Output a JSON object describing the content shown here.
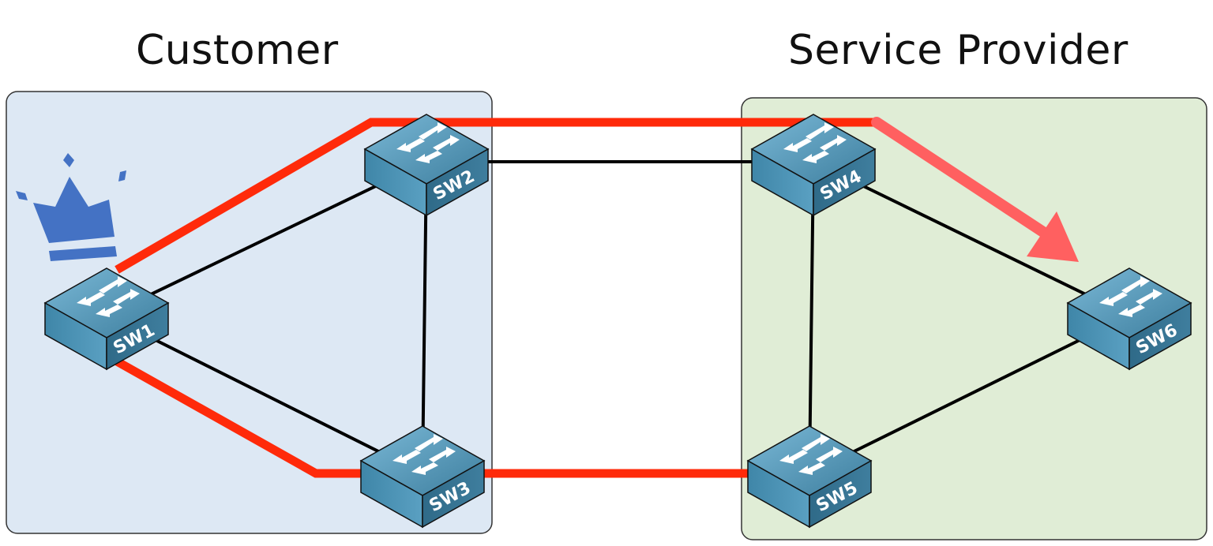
{
  "regions": {
    "customer": {
      "title": "Customer",
      "fill": "#dde8f4"
    },
    "provider": {
      "title": "Service Provider",
      "fill": "#e0edd6"
    }
  },
  "switches": [
    {
      "id": "SW1",
      "label": "SW1",
      "region": "customer",
      "root": true
    },
    {
      "id": "SW2",
      "label": "SW2",
      "region": "customer"
    },
    {
      "id": "SW3",
      "label": "SW3",
      "region": "customer"
    },
    {
      "id": "SW4",
      "label": "SW4",
      "region": "provider"
    },
    {
      "id": "SW5",
      "label": "SW5",
      "region": "provider"
    },
    {
      "id": "SW6",
      "label": "SW6",
      "region": "provider"
    }
  ],
  "links": [
    [
      "SW1",
      "SW2"
    ],
    [
      "SW1",
      "SW3"
    ],
    [
      "SW2",
      "SW3"
    ],
    [
      "SW2",
      "SW4"
    ],
    [
      "SW4",
      "SW5"
    ],
    [
      "SW4",
      "SW6"
    ],
    [
      "SW5",
      "SW6"
    ]
  ],
  "highlighted_paths": [
    {
      "path": [
        "SW1",
        "SW2",
        "SW4"
      ],
      "color": "#ff2a0a"
    },
    {
      "path": [
        "SW1",
        "SW3",
        "SW5"
      ],
      "color": "#ff2a0a"
    },
    {
      "path": [
        "SW4",
        "SW6"
      ],
      "color": "#ff6060",
      "arrow": true
    }
  ],
  "root_bridge_icon": "crown-icon",
  "colors": {
    "crown": "#4472c4",
    "switch_top": "#5b9bbd",
    "switch_side": "#3a7896",
    "link": "#000000"
  }
}
